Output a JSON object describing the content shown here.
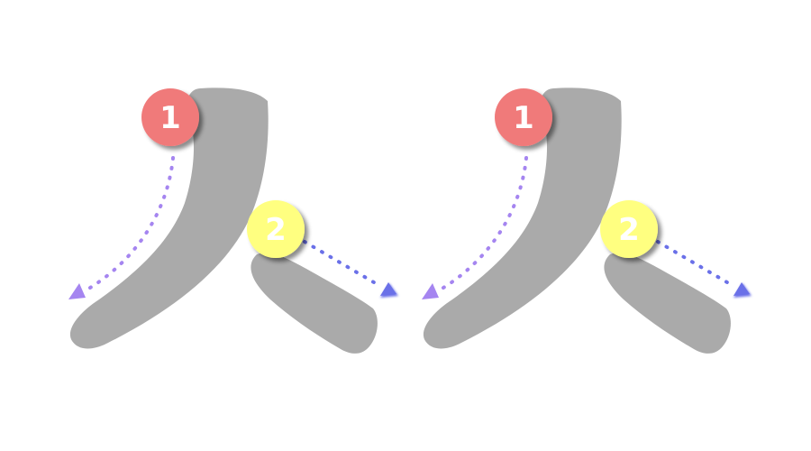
{
  "character": "人",
  "colors": {
    "background": "#ffffff",
    "stroke_fill": "#aaaaaa",
    "badge_1": "#f07a7a",
    "badge_2": "#ffff80",
    "badge_text": "#ffffff",
    "guide_1": "#a585f0",
    "guide_2": "#6a70e8"
  },
  "panels": [
    {
      "strokes": [
        {
          "order": "1",
          "direction_icon": "arrow-down-left-icon"
        },
        {
          "order": "2",
          "direction_icon": "arrow-down-right-icon"
        }
      ]
    },
    {
      "strokes": [
        {
          "order": "1",
          "direction_icon": "arrow-down-left-icon"
        },
        {
          "order": "2",
          "direction_icon": "arrow-down-right-icon"
        }
      ]
    }
  ]
}
